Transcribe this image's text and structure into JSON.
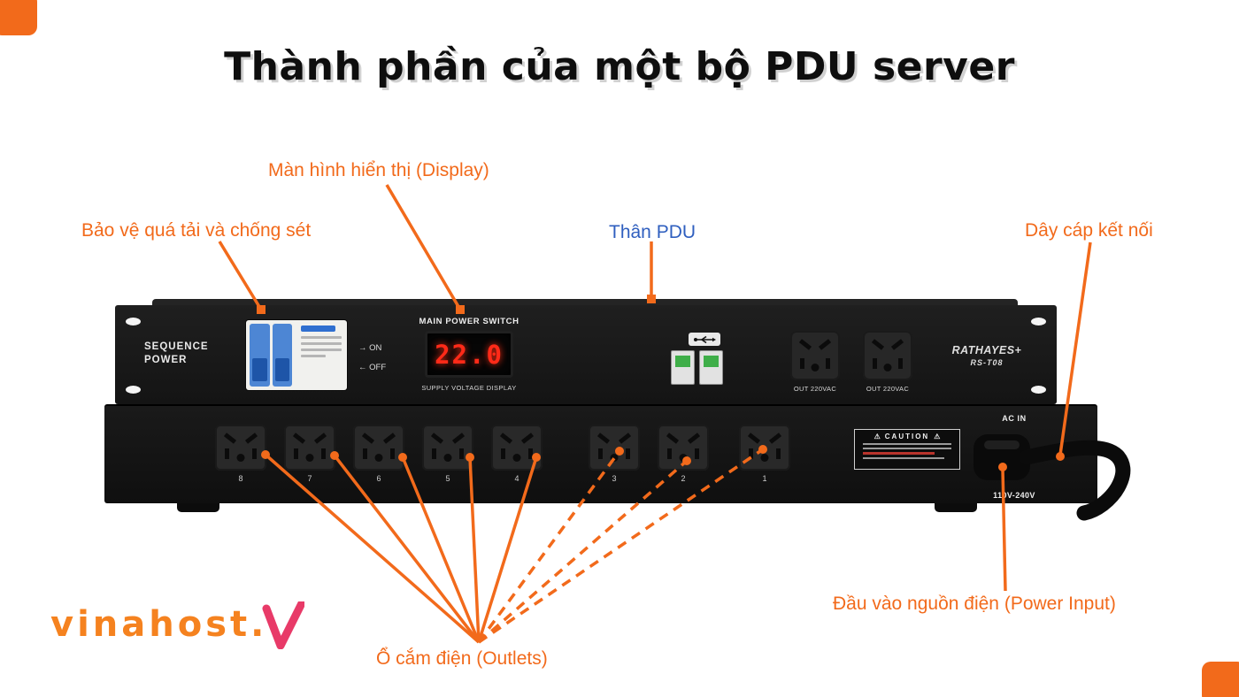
{
  "title": "Thành phần của một bộ PDU server",
  "labels": {
    "display": "Màn hình hiển thị (Display)",
    "overload": "Bảo vệ quá tải và chống sét",
    "body": "Thân PDU",
    "cable": "Dây cáp kết nối",
    "power_input": "Đầu vào nguồn điện (Power Input)",
    "outlets": "Ổ cắm điện (Outlets)"
  },
  "device": {
    "sequence_power": "SEQUENCE POWER",
    "main_power_switch": "MAIN POWER SWITCH",
    "display_value": "22.0",
    "supply_voltage_display": "SUPPLY VOLTAGE DISPLAY",
    "on_label": "→ ON",
    "off_label": "← OFF",
    "out_label": "OUT 220VAC",
    "brand": "RATHAYES+",
    "model": "RS-T08",
    "outlet_numbers": [
      "8",
      "7",
      "6",
      "5",
      "4",
      "3",
      "2",
      "1"
    ],
    "caution_title": "CAUTION",
    "ac_in": "AC IN",
    "voltage_range": "110V-240V"
  },
  "icons": {
    "warning": "⚠"
  },
  "logo": {
    "text": "vinahost."
  },
  "colors": {
    "accent_orange": "#F26A1B",
    "label_blue": "#2F5FBF",
    "device_black": "#161616",
    "display_red": "#FF2A18",
    "breaker_blue": "#4D86D4",
    "usb_green": "#3FAE49",
    "logo_orange": "#F5821F",
    "logo_pink": "#E83A68"
  }
}
